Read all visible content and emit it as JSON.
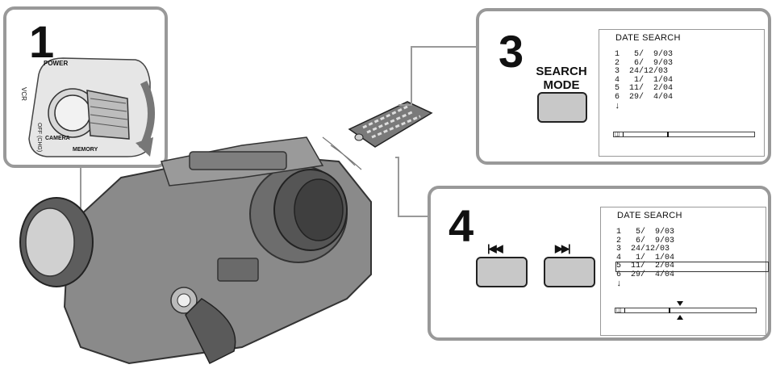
{
  "step1": {
    "number": "1",
    "dial_labels": {
      "power": "POWER",
      "vcr": "VCR",
      "off": "OFF (CHG)",
      "camera": "CAMERA",
      "memory": "MEMORY"
    }
  },
  "step3": {
    "number": "3",
    "button_label_line1": "SEARCH",
    "button_label_line2": "MODE"
  },
  "step4": {
    "number": "4",
    "prev_glyph": "|◀◀",
    "next_glyph": "▶▶|"
  },
  "screen3": {
    "title": "DATE SEARCH",
    "rows": [
      "1   5/  9/03",
      "2   6/  9/03",
      "3  24/12/03",
      "4   1/  1/04",
      "5  11/  2/04",
      "6  29/  4/04"
    ],
    "more": "↓",
    "tape_icon": "◫"
  },
  "screen4": {
    "title": "DATE SEARCH",
    "rows": [
      "1   5/  9/03",
      "2   6/  9/03",
      "3  24/12/03",
      "4   1/  1/04",
      "5  11/  2/04",
      "6  29/  4/04"
    ],
    "highlight_index": 4,
    "more": "↓",
    "tape_icon": "◫"
  },
  "colors": {
    "panel_border": "#999999",
    "button_fill": "#c8c8c8",
    "camera_body": "#8a8a8a"
  }
}
